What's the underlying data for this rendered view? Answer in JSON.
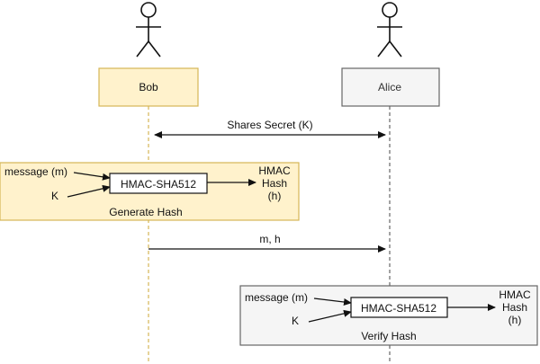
{
  "actors": {
    "bob": {
      "name": "Bob"
    },
    "alice": {
      "name": "Alice"
    }
  },
  "messages": {
    "shared_secret": "Shares Secret (K)",
    "send": "m, h"
  },
  "generate": {
    "title": "Generate Hash",
    "input_message": "message (m)",
    "input_key": "K",
    "function": "HMAC-SHA512",
    "output": [
      "HMAC",
      "Hash",
      "(h)"
    ]
  },
  "verify": {
    "title": "Verify Hash",
    "input_message": "message (m)",
    "input_key": "K",
    "function": "HMAC-SHA512",
    "output": [
      "HMAC",
      "Hash",
      "(h)"
    ]
  },
  "colors": {
    "bob_fill": "#fff2cc",
    "bob_stroke": "#d6b656",
    "alice_fill": "#f5f5f5",
    "alice_stroke": "#666666"
  }
}
